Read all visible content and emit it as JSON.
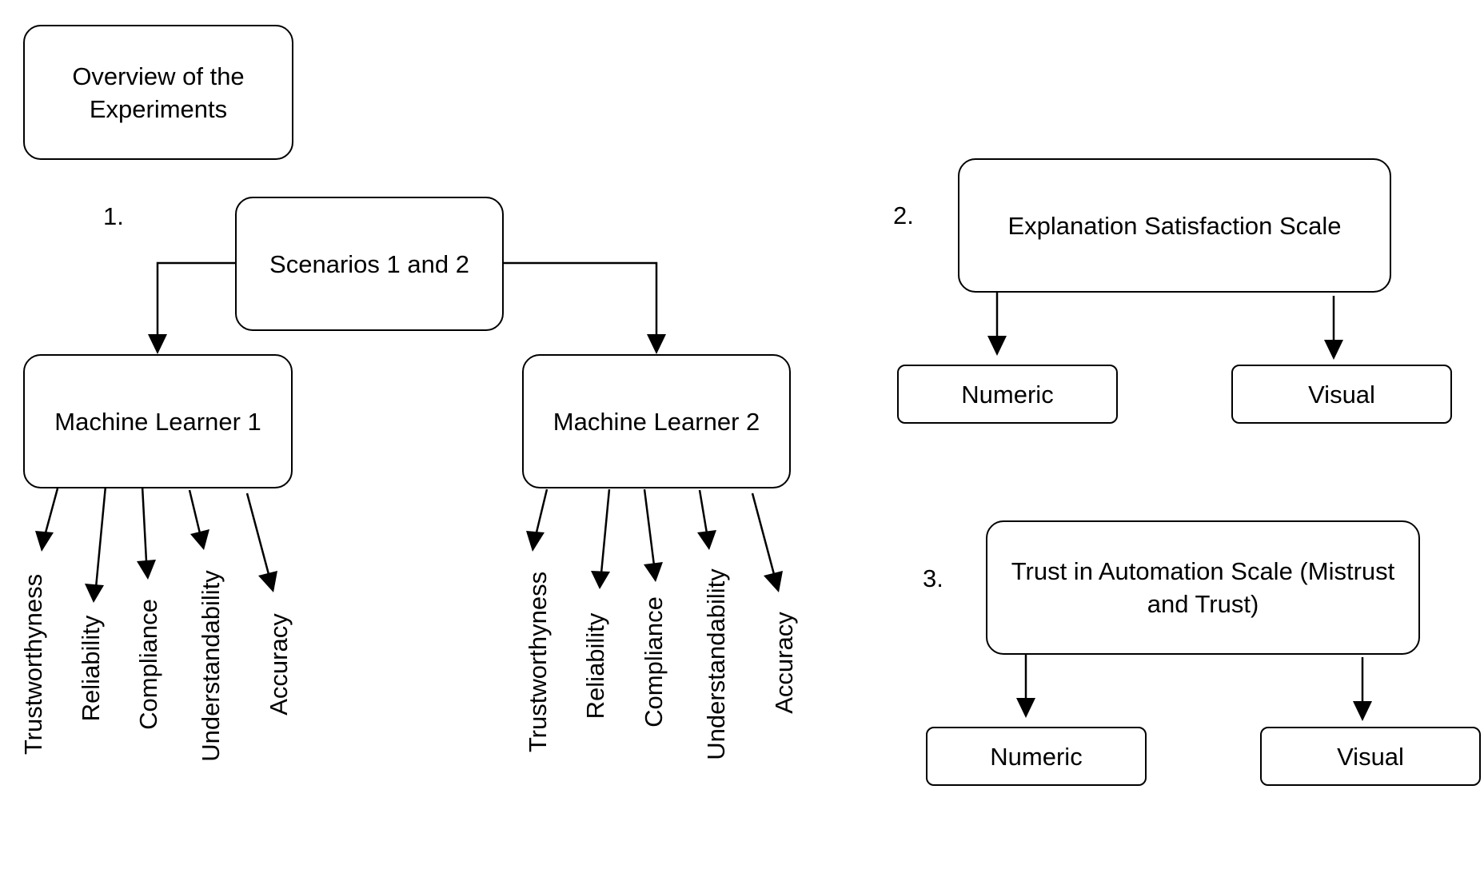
{
  "diagram": {
    "overview": {
      "title": "Overview of the Experiments"
    },
    "experiment1": {
      "number": "1.",
      "root": "Scenarios 1 and 2",
      "learner1": {
        "label": "Machine Learner 1",
        "metrics": [
          "Trustworthyness",
          "Reliability",
          "Compliance",
          "Understandability",
          "Accuracy"
        ]
      },
      "learner2": {
        "label": "Machine Learner 2",
        "metrics": [
          "Trustworthyness",
          "Reliability",
          "Compliance",
          "Understandability",
          "Accuracy"
        ]
      }
    },
    "experiment2": {
      "number": "2.",
      "root": "Explanation Satisfaction Scale",
      "children": [
        "Numeric",
        "Visual"
      ]
    },
    "experiment3": {
      "number": "3.",
      "root": "Trust in Automation Scale (Mistrust and Trust)",
      "children": [
        "Numeric",
        "Visual"
      ]
    }
  }
}
